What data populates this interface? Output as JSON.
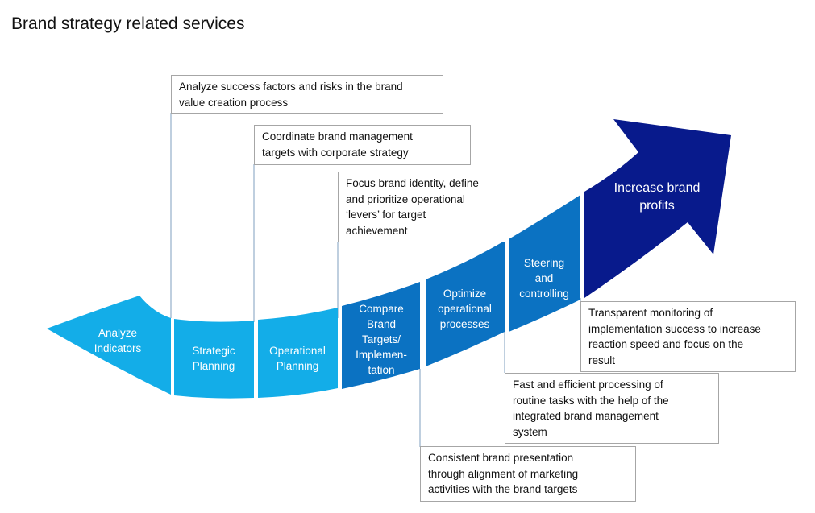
{
  "title": "Brand strategy related services",
  "colors": {
    "light_blue": "#13ade8",
    "mid_blue": "#0b72c2",
    "dark_blue": "#081a8c",
    "connector": "#7f9fbf",
    "callout_border": "#a6a6a6"
  },
  "steps": [
    {
      "label": "Analyze\nIndicators",
      "color": "light_blue"
    },
    {
      "label": "Strategic\nPlanning",
      "color": "light_blue"
    },
    {
      "label": "Operational\nPlanning",
      "color": "light_blue"
    },
    {
      "label": "Compare\nBrand\nTargets/\nImplemen-\ntation",
      "color": "mid_blue"
    },
    {
      "label": "Optimize\noperational\nprocesses",
      "color": "mid_blue"
    },
    {
      "label": "Steering\nand\ncontrolling",
      "color": "mid_blue"
    }
  ],
  "goal": {
    "label": "Increase brand\nprofits",
    "color": "dark_blue"
  },
  "callouts": [
    {
      "step": "Strategic Planning",
      "text": "Analyze success factors and risks in the brand\nvalue creation process"
    },
    {
      "step": "Operational Planning",
      "text": "Coordinate brand management\ntargets with corporate strategy"
    },
    {
      "step": "Compare Brand Targets/Implementation",
      "text": "Focus brand identity, define\nand prioritize operational\n‘levers’ for target\nachievement"
    },
    {
      "step": "Optimize operational processes",
      "text": "Consistent brand presentation\nthrough alignment of marketing\nactivities with the brand targets"
    },
    {
      "step": "Steering and controlling",
      "text": "Fast and efficient processing of\nroutine tasks with the help of the\nintegrated brand management\nsystem"
    },
    {
      "step": "Increase brand profits",
      "text": "Transparent monitoring of\nimplementation success to increase\nreaction speed and focus on the\nresult"
    }
  ]
}
